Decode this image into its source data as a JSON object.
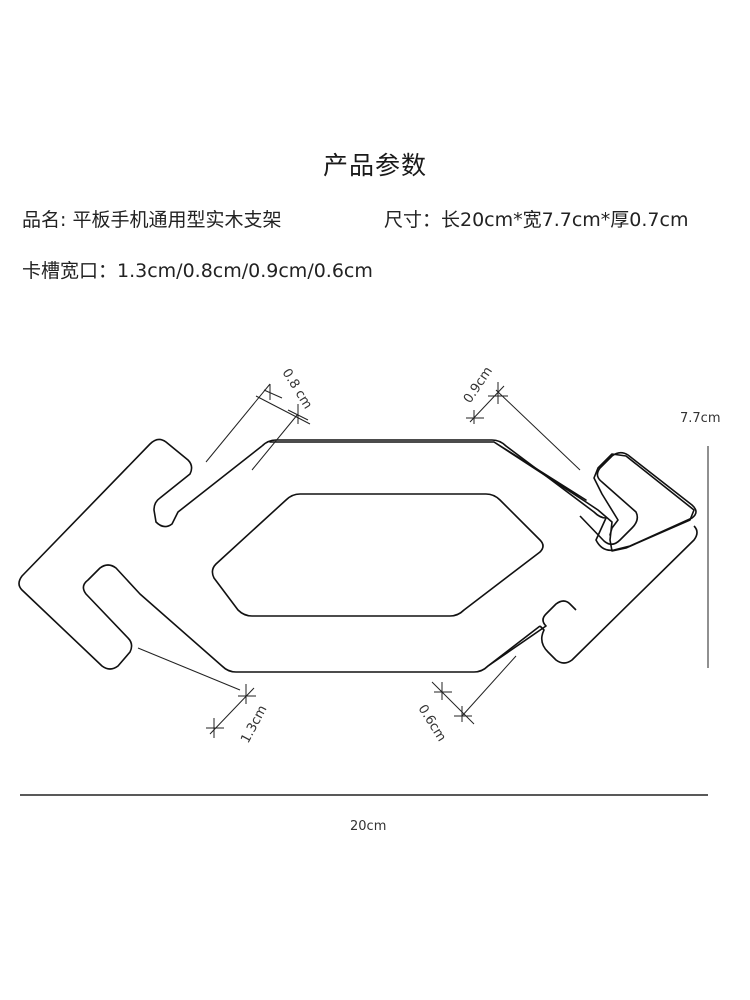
{
  "title": "产品参数",
  "specs": {
    "name": "品名: 平板手机通用型实木支架",
    "size": "尺寸：长20cm*宽7.7cm*厚0.7cm",
    "slot_width": "卡槽宽口：1.3cm/0.8cm/0.9cm/0.6cm"
  },
  "dimensions": {
    "slot_08": "0.8 cm",
    "slot_09": "0.9cm",
    "slot_13": "1.3cm",
    "slot_06": "0.6cm",
    "height": "7.7cm",
    "length": "20cm"
  },
  "colors": {
    "line": "#111111",
    "text": "#222222"
  }
}
